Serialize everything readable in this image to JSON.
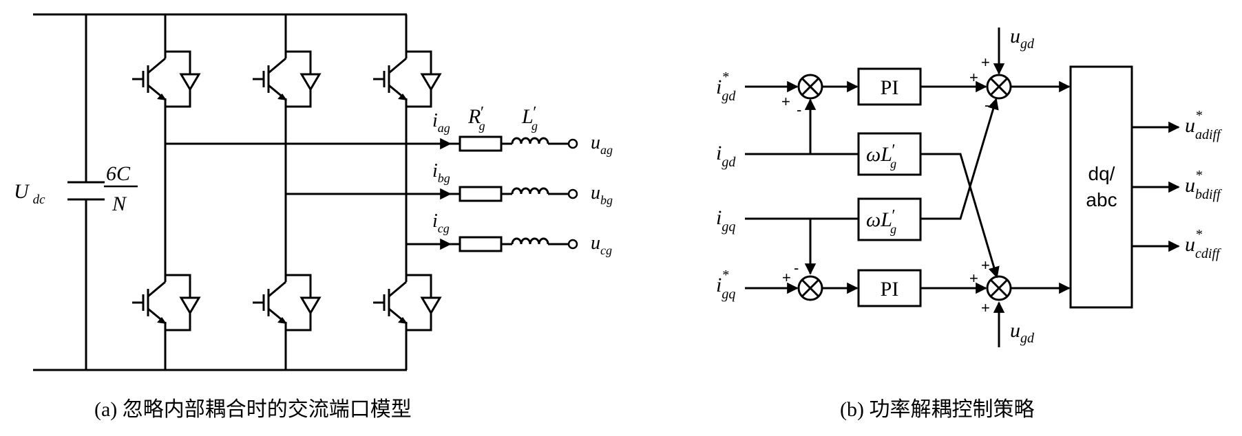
{
  "captions": {
    "a": "(a) 忽略内部耦合时的交流端口模型",
    "b": "(b) 功率解耦控制策略"
  },
  "circuit": {
    "dc_voltage": {
      "main": "U",
      "sub": "dc"
    },
    "capacitor": {
      "numerator": "6C",
      "denominator": "N"
    },
    "currents": [
      {
        "main": "i",
        "sub": "ag"
      },
      {
        "main": "i",
        "sub": "bg"
      },
      {
        "main": "i",
        "sub": "cg"
      }
    ],
    "resistor": {
      "main": "R",
      "prime": "′",
      "sub": "g"
    },
    "inductor": {
      "main": "L",
      "prime": "′",
      "sub": "g"
    },
    "voltages": [
      {
        "main": "u",
        "sub": "ag"
      },
      {
        "main": "u",
        "sub": "bg"
      },
      {
        "main": "u",
        "sub": "cg"
      }
    ]
  },
  "control": {
    "inputs": {
      "igd_ref": {
        "main": "i",
        "sup": "*",
        "sub": "gd"
      },
      "igd": {
        "main": "i",
        "sub": "gd"
      },
      "igq": {
        "main": "i",
        "sub": "gq"
      },
      "igq_ref": {
        "main": "i",
        "sup": "*",
        "sub": "gq"
      }
    },
    "pi_label": "PI",
    "coupling_label": {
      "omega": "ω",
      "main": "L",
      "prime": "′",
      "sub": "g"
    },
    "transform": {
      "line1": "dq/",
      "line2": "abc"
    },
    "ugd": {
      "main": "u",
      "sub": "gd"
    },
    "outputs": [
      {
        "main": "u",
        "sup": "*",
        "sub": "adiff"
      },
      {
        "main": "u",
        "sup": "*",
        "sub": "bdiff"
      },
      {
        "main": "u",
        "sup": "*",
        "sub": "cdiff"
      }
    ],
    "signs": {
      "plus": "+",
      "minus": "-"
    }
  }
}
